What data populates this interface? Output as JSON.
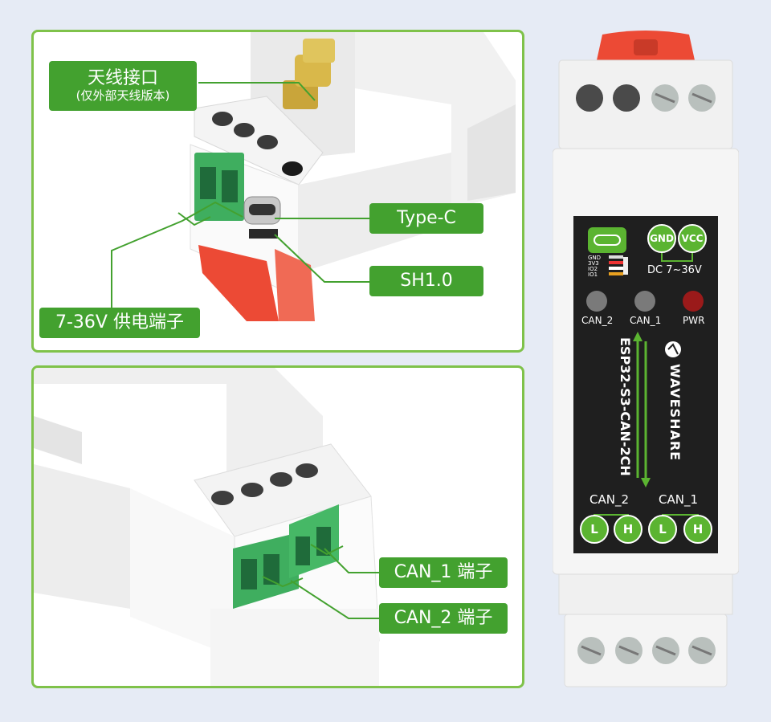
{
  "callouts": {
    "antenna_title": "天线接口",
    "antenna_note": "(仅外部天线版本)",
    "type_c": "Type-C",
    "sh10": "SH1.0",
    "power_terminal": "7-36V 供电端子",
    "can1_terminal": "CAN_1 端子",
    "can2_terminal": "CAN_2 端子"
  },
  "device": {
    "gnd": "GND",
    "vcc": "VCC",
    "dc_range": "DC 7~36V",
    "pin_labels": [
      "GND",
      "3V3",
      "IO2",
      "IO1"
    ],
    "led_labels": [
      "CAN_2",
      "CAN_1",
      "PWR"
    ],
    "model": "ESP32-S3-CAN-2CH",
    "brand": "WAVESHARE",
    "can_group_labels": [
      "CAN_2",
      "CAN_1"
    ],
    "can_pins": [
      "L",
      "H",
      "L",
      "H"
    ]
  },
  "colors": {
    "accent_green": "#43a12f",
    "panel_border": "#7fc24a",
    "terminal_green": "#3fae5f",
    "clip_red": "#ec4a35",
    "label_black": "#1f1f1f",
    "background": "#e6ebf5"
  }
}
